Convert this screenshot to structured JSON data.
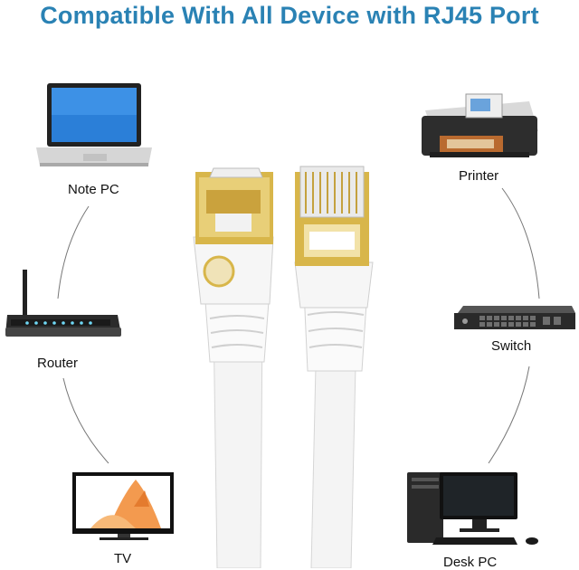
{
  "header": {
    "title": "Compatible With All Device with RJ45 Port"
  },
  "devices": {
    "note_pc": "Note PC",
    "router": "Router",
    "tv": "TV",
    "printer": "Printer",
    "switch": "Switch",
    "desk_pc": "Desk PC"
  },
  "colors": {
    "title": "#2a82b4",
    "arc": "#555555",
    "cable": "#f2f2f2",
    "plug_gold": "#d8b64a"
  }
}
